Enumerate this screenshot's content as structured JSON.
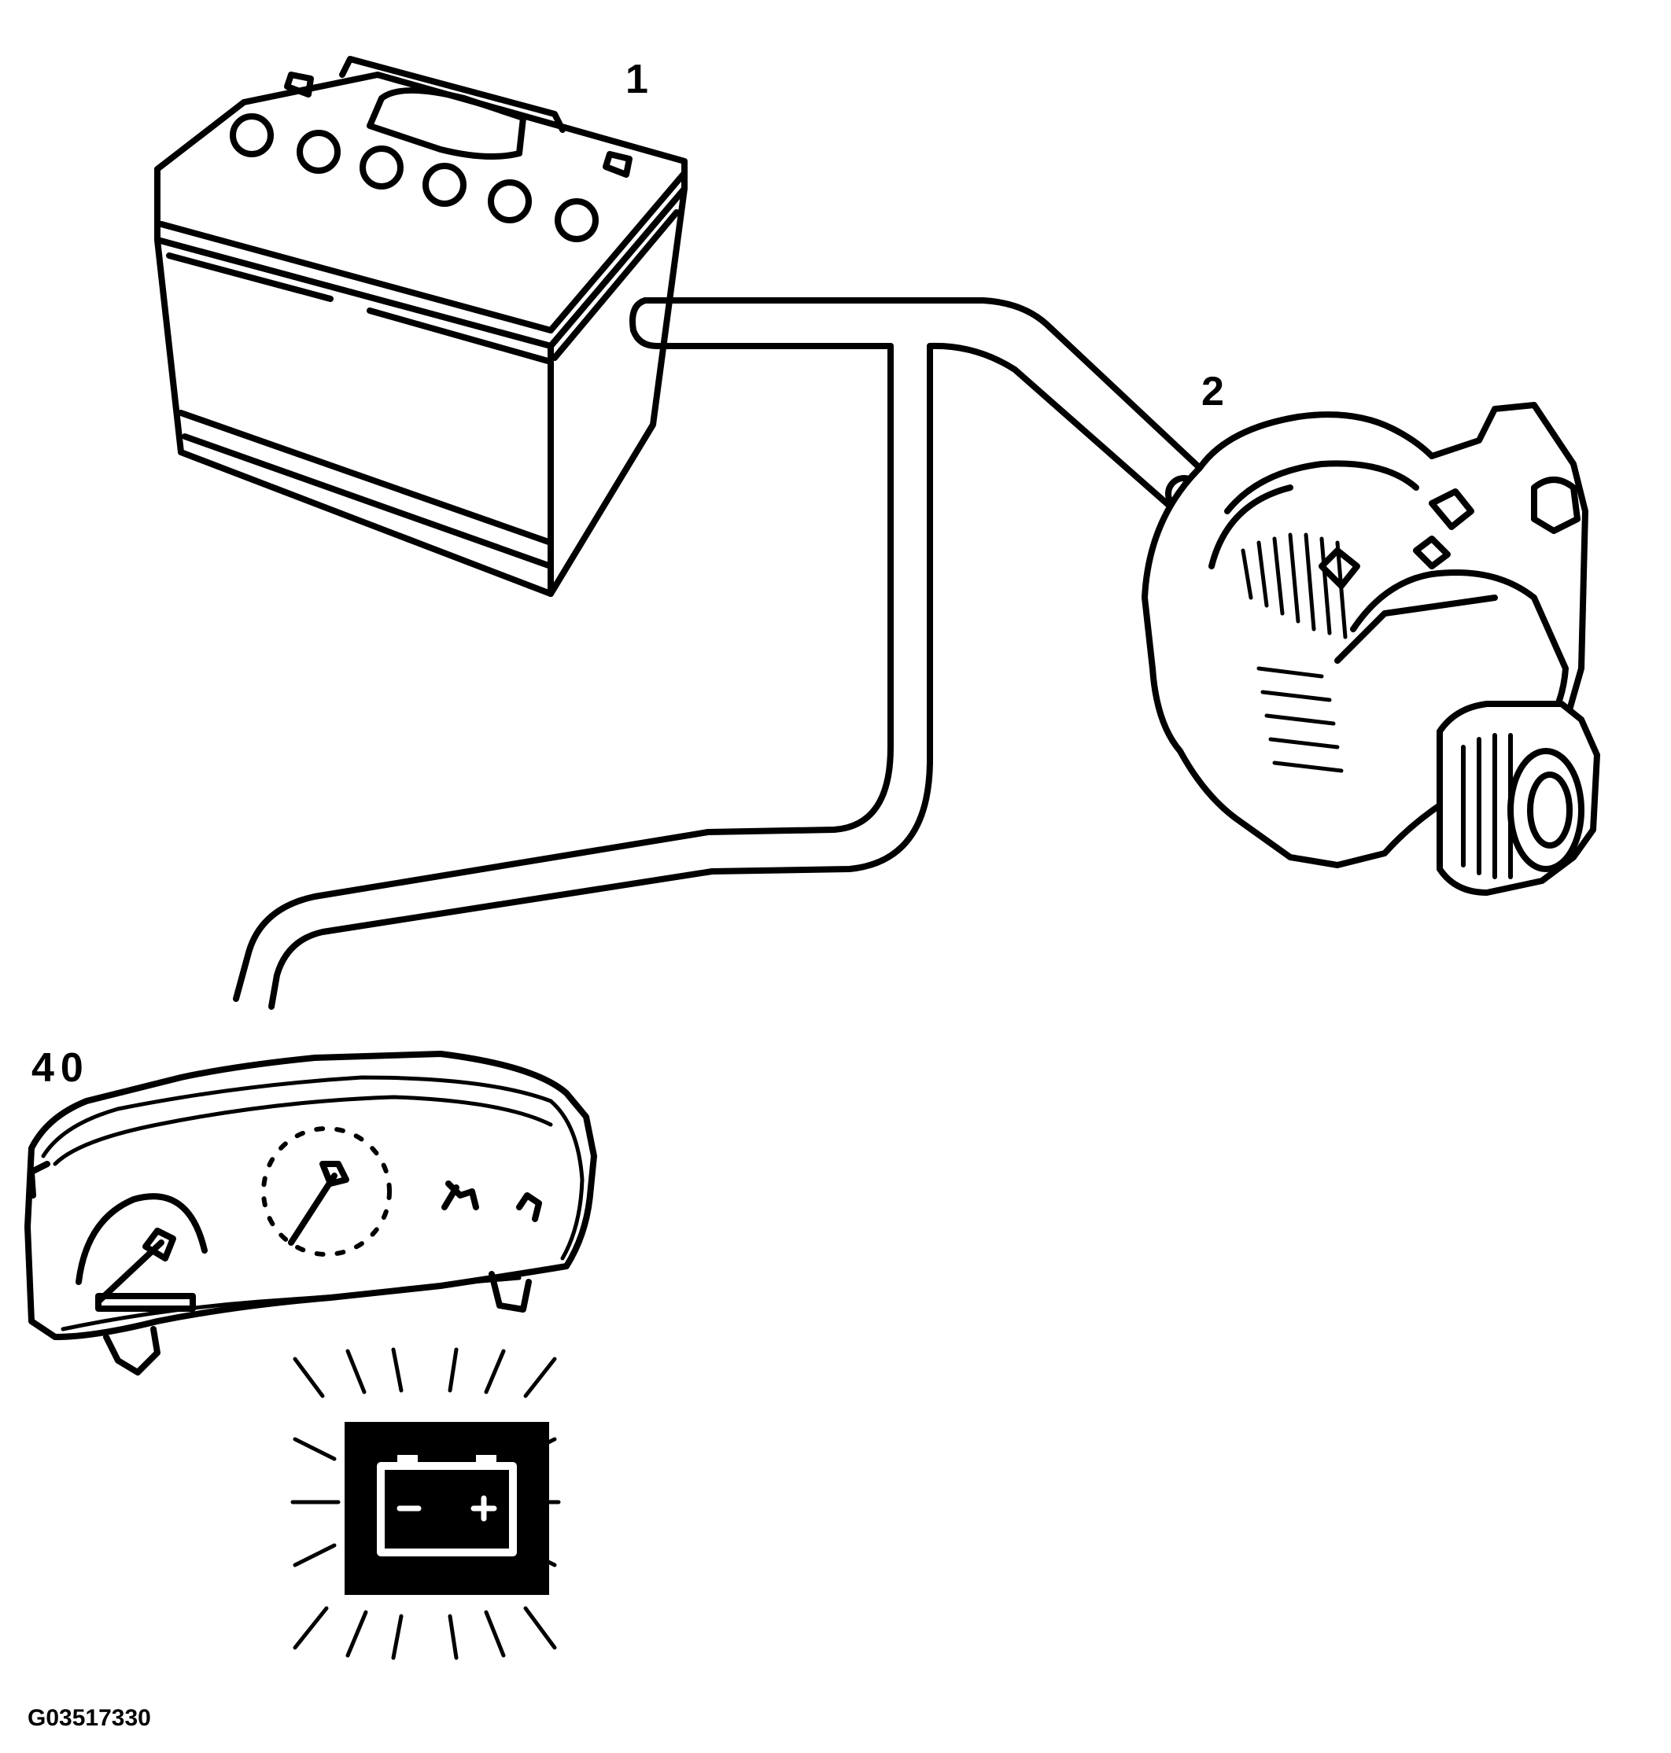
{
  "callouts": {
    "battery": "1",
    "generator": "2",
    "cluster": "40"
  },
  "figure_code": "G03517330",
  "icons": {
    "battery": "battery-icon",
    "generator": "generator-icon",
    "cluster": "instrument-cluster-icon",
    "warning": "battery-warning-lamp-icon"
  },
  "colors": {
    "line": "#000000",
    "background": "#ffffff"
  }
}
